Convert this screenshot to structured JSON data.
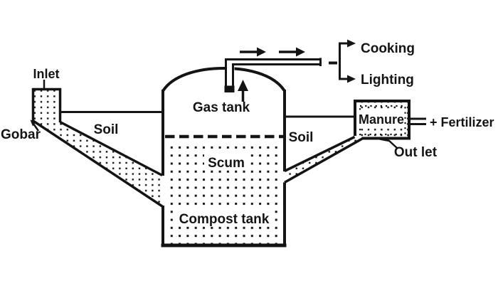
{
  "diagram": {
    "colors": {
      "ink": "#141414",
      "background": "#ffffff"
    },
    "labels": {
      "inlet": "Inlet",
      "gobar": "Gobar",
      "soil_left": "Soil",
      "soil_right": "Soil",
      "gas_tank": "Gas tank",
      "scum": "Scum",
      "compost_tank": "Compost tank",
      "manure": "Manure",
      "out_let": "Out let",
      "fertilizer": "+ Fertilizer",
      "cooking": "Cooking",
      "lighting": "Lighting"
    }
  }
}
